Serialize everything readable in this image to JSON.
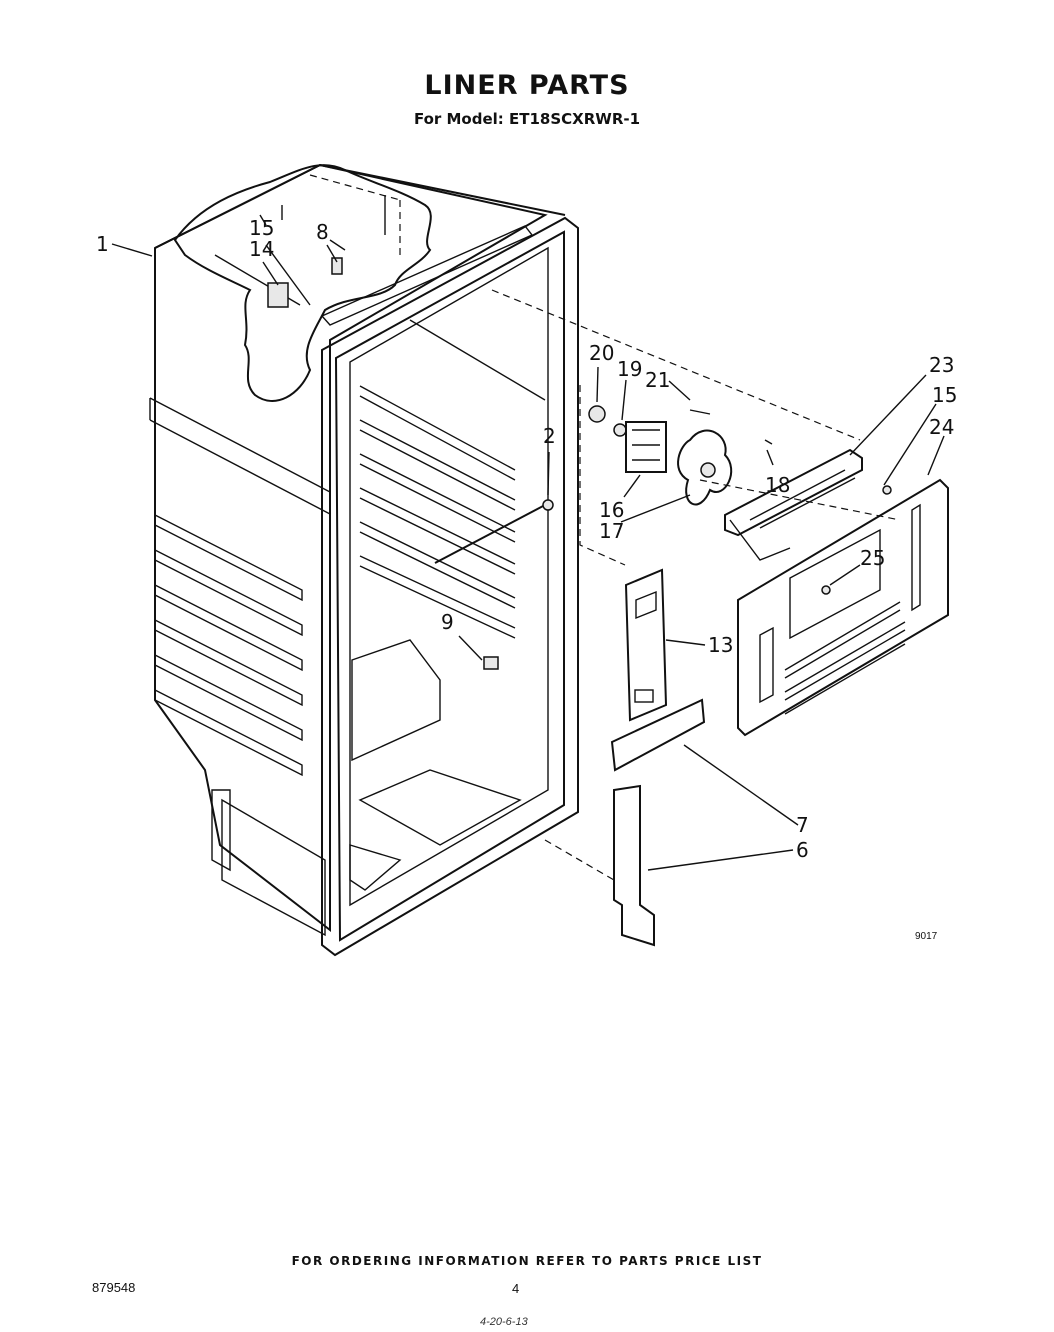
{
  "header": {
    "title": "LINER PARTS",
    "model_line": "For Model: ET18SCXRWR-1"
  },
  "callouts": [
    "1",
    "15",
    "14",
    "8",
    "20",
    "19",
    "21",
    "23",
    "15",
    "24",
    "2",
    "18",
    "16",
    "17",
    "25",
    "13",
    "9",
    "7",
    "6"
  ],
  "figure_number": "9017",
  "footer": {
    "ordering_note": "FOR ORDERING INFORMATION REFER TO PARTS PRICE LIST",
    "document_number": "879548",
    "page_number": "4",
    "handwritten_note": "4-20-6-13"
  }
}
